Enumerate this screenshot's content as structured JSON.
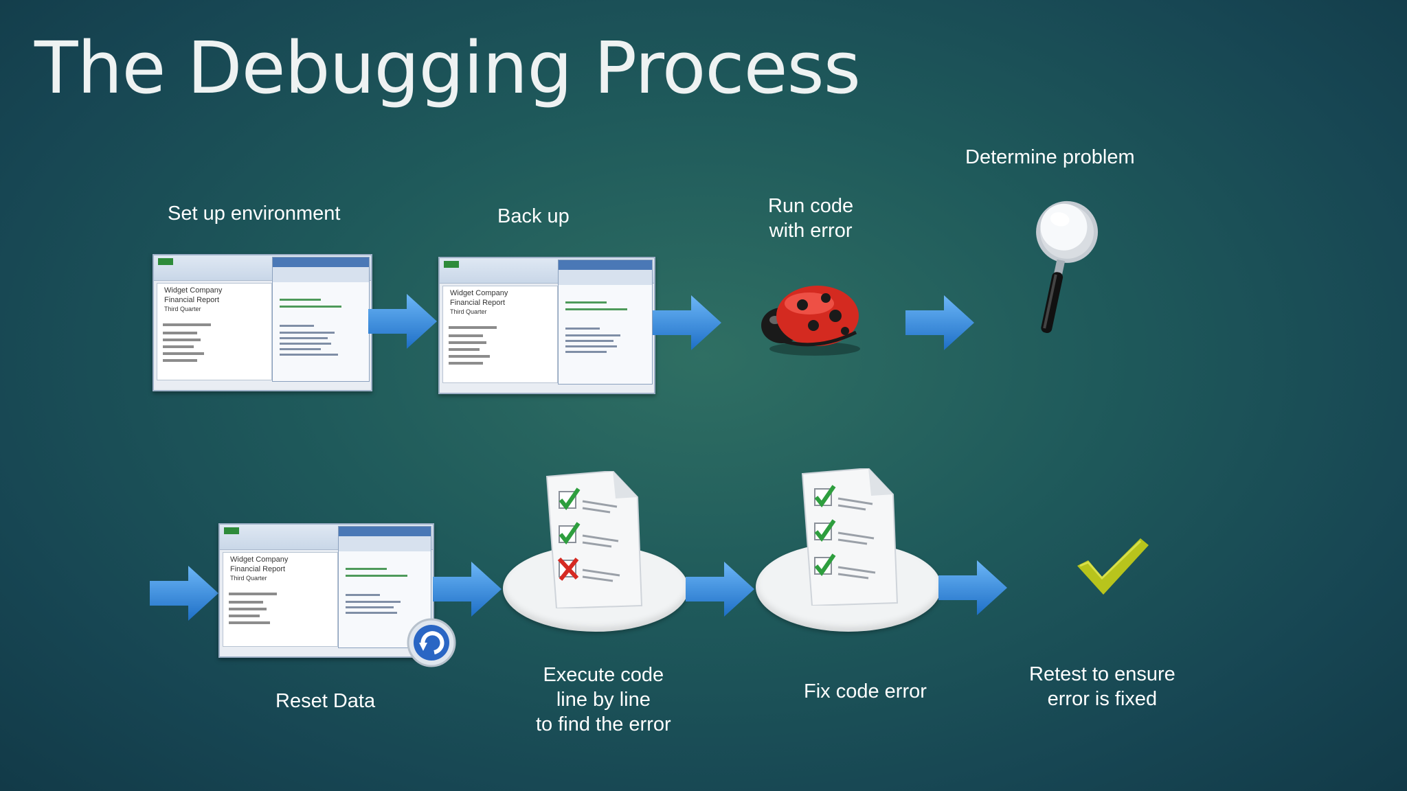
{
  "title": "The Debugging Process",
  "steps": {
    "setup": {
      "label": "Set up environment"
    },
    "backup": {
      "label": "Back up"
    },
    "run": {
      "line1": "Run code",
      "line2": "with error"
    },
    "determine": {
      "label": "Determine problem"
    },
    "reset": {
      "label": "Reset Data"
    },
    "execute": {
      "line1": "Execute code",
      "line2": "line by line",
      "line3": "to find the error"
    },
    "fix": {
      "label": "Fix code error"
    },
    "retest": {
      "line1": "Retest to ensure",
      "line2": "error is fixed"
    }
  },
  "screenshot_text": {
    "company": "Widget Company",
    "report": "Financial Report",
    "quarter": "Third Quarter"
  },
  "colors": {
    "arrow": "#3a8fe0",
    "check": "#b8c41c",
    "ladybug": "#d42a20"
  }
}
